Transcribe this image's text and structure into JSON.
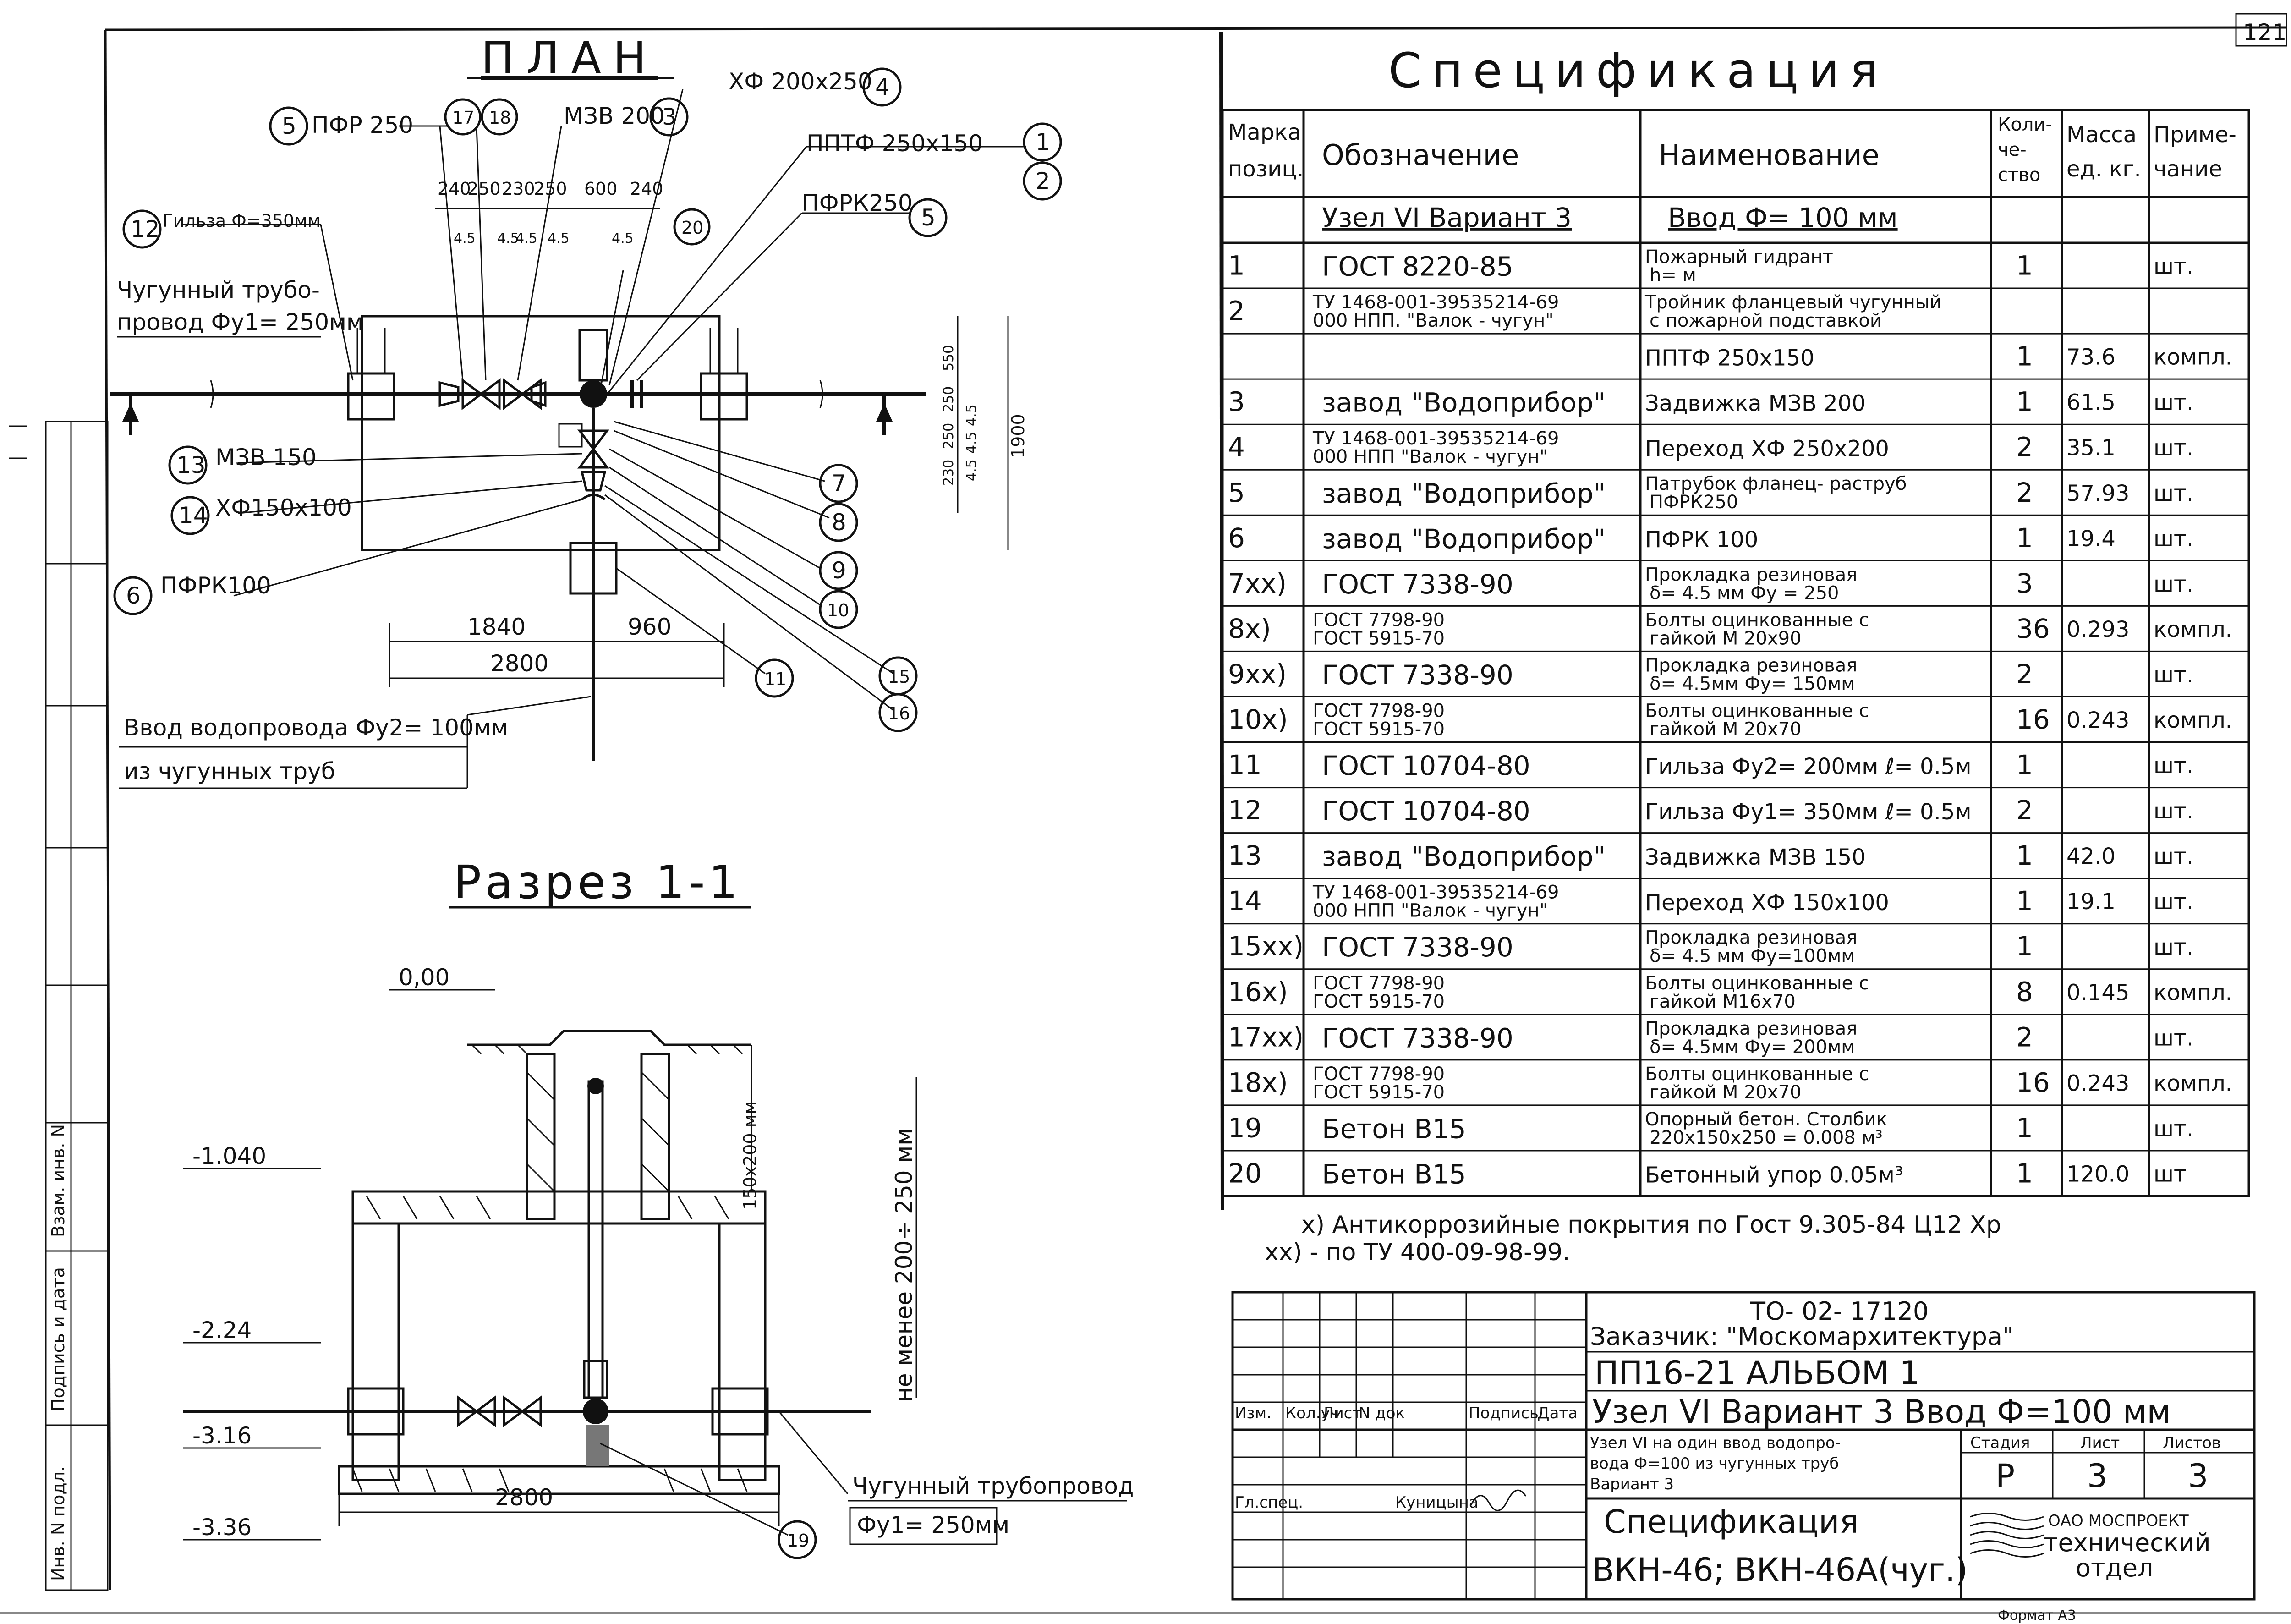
{
  "sheet_corner_number": "121",
  "spec": {
    "title": "Спецификация",
    "headers": {
      "mark": [
        "Марка",
        "позиц."
      ],
      "designation": "Обозначение",
      "name": "Наименование",
      "qty": [
        "Коли-",
        "че-",
        "ство"
      ],
      "mass": [
        "Масса",
        "ед. кг."
      ],
      "note": [
        "Приме-",
        "чание"
      ]
    },
    "group_row": {
      "designation": "Узел VI  Вариант 3",
      "name": "Ввод  Ф= 100 мм"
    },
    "rows": [
      {
        "mark": "1",
        "des": [
          "ГОСТ  8220-85"
        ],
        "name": [
          "Пожарный  гидрант",
          "h=     м"
        ],
        "qty": "1",
        "mass": "",
        "note": "шт."
      },
      {
        "mark": "2",
        "des": [
          "ТУ 1468-001-39535214-69",
          "000 НПП. \"Валок - чугун\""
        ],
        "name": [
          "Тройник фланцевый чугунный",
          "с пожарной подставкой"
        ],
        "qty": "",
        "mass": "",
        "note": ""
      },
      {
        "mark": "",
        "des": [
          ""
        ],
        "name": [
          "ППТФ 250х150"
        ],
        "qty": "1",
        "mass": "73.6",
        "note": "компл."
      },
      {
        "mark": "3",
        "des": [
          "завод \"Водоприбор\""
        ],
        "name": [
          "Задвижка  МЗВ 200"
        ],
        "qty": "1",
        "mass": "61.5",
        "note": "шт."
      },
      {
        "mark": "4",
        "des": [
          "ТУ 1468-001-39535214-69",
          "000 НПП \"Валок - чугун\""
        ],
        "name": [
          "Переход  ХФ 250х200"
        ],
        "qty": "2",
        "mass": "35.1",
        "note": "шт."
      },
      {
        "mark": "5",
        "des": [
          "завод \"Водоприбор\""
        ],
        "name": [
          "Патрубок фланец- раструб",
          "ПФРК250"
        ],
        "qty": "2",
        "mass": "57.93",
        "note": "шт."
      },
      {
        "mark": "6",
        "des": [
          "завод \"Водоприбор\""
        ],
        "name": [
          "ПФРК 100"
        ],
        "qty": "1",
        "mass": "19.4",
        "note": "шт."
      },
      {
        "mark": "7xx)",
        "des": [
          "ГОСТ  7338-90"
        ],
        "name": [
          "Прокладка  резиновая",
          "δ= 4.5 мм    Фу = 250"
        ],
        "qty": "3",
        "mass": "",
        "note": "шт."
      },
      {
        "mark": "8x)",
        "des": [
          "ГОСТ  7798-90",
          "ГОСТ  5915-70"
        ],
        "name": [
          "Болты оцинкованные  с",
          "гайкой     М 20х90"
        ],
        "qty": "36",
        "mass": "0.293",
        "note": "компл."
      },
      {
        "mark": "9xx)",
        "des": [
          "ГОСТ  7338-90"
        ],
        "name": [
          "Прокладка  резиновая",
          "δ= 4.5мм   Фу= 150мм"
        ],
        "qty": "2",
        "mass": "",
        "note": "шт."
      },
      {
        "mark": "10x)",
        "des": [
          "ГОСТ  7798-90",
          "ГОСТ  5915-70"
        ],
        "name": [
          "Болты  оцинкованные  с",
          "гайкой     М 20х70"
        ],
        "qty": "16",
        "mass": "0.243",
        "note": "компл."
      },
      {
        "mark": "11",
        "des": [
          "ГОСТ  10704-80"
        ],
        "name": [
          "Гильза Фу2= 200мм ℓ= 0.5м"
        ],
        "qty": "1",
        "mass": "",
        "note": "шт."
      },
      {
        "mark": "12",
        "des": [
          "ГОСТ  10704-80"
        ],
        "name": [
          "Гильза Фу1= 350мм ℓ= 0.5м"
        ],
        "qty": "2",
        "mass": "",
        "note": "шт."
      },
      {
        "mark": "13",
        "des": [
          "завод \"Водоприбор\""
        ],
        "name": [
          "Задвижка  МЗВ 150"
        ],
        "qty": "1",
        "mass": "42.0",
        "note": "шт."
      },
      {
        "mark": "14",
        "des": [
          "ТУ 1468-001-39535214-69",
          "000 НПП \"Валок - чугун\""
        ],
        "name": [
          "Переход ХФ 150х100"
        ],
        "qty": "1",
        "mass": "19.1",
        "note": "шт."
      },
      {
        "mark": "15xx)",
        "des": [
          "ГОСТ  7338-90"
        ],
        "name": [
          "Прокладка  резиновая",
          "δ= 4.5 мм   Фу=100мм"
        ],
        "qty": "1",
        "mass": "",
        "note": "шт."
      },
      {
        "mark": "16x)",
        "des": [
          "ГОСТ     7798-90",
          "ГОСТ     5915-70"
        ],
        "name": [
          "Болты оцинкованные с",
          "гайкой     М16х70"
        ],
        "qty": "8",
        "mass": "0.145",
        "note": "компл."
      },
      {
        "mark": "17xx)",
        "des": [
          "ГОСТ  7338-90"
        ],
        "name": [
          "Прокладка  резиновая",
          "δ= 4.5мм   Фу= 200мм"
        ],
        "qty": "2",
        "mass": "",
        "note": "шт."
      },
      {
        "mark": "18x)",
        "des": [
          "ГОСТ  7798-90",
          "ГОСТ  5915-70"
        ],
        "name": [
          "Болты оцинкованные с",
          "гайкой     М 20х70"
        ],
        "qty": "16",
        "mass": "0.243",
        "note": "компл."
      },
      {
        "mark": "19",
        "des": [
          "Бетон  В15"
        ],
        "name": [
          "Опорный бетон.  Столбик",
          "220х150х250  = 0.008 м³"
        ],
        "qty": "1",
        "mass": "",
        "note": "шт."
      },
      {
        "mark": "20",
        "des": [
          "Бетон  В15"
        ],
        "name": [
          "Бетонный упор  0.05м³"
        ],
        "qty": "1",
        "mass": "120.0",
        "note": "шт"
      }
    ],
    "footnotes": [
      "х) Антикоррозийные покрытия по Гост 9.305-84  Ц12  Хр",
      "хх) - по  ТУ 400-09-98-99."
    ]
  },
  "plan": {
    "title": "ПЛАН",
    "callouts": {
      "c5a": "5",
      "c5b": "5",
      "c17": "17",
      "c18": "18",
      "c3": "3",
      "c4": "4",
      "c1": "1",
      "c2": "2",
      "c12": "12",
      "c20": "20",
      "c13": "13",
      "c14": "14",
      "c6": "6",
      "c7": "7",
      "c8": "8",
      "c9": "9",
      "c10": "10",
      "c11": "11",
      "c15": "15",
      "c16": "16"
    },
    "labels": {
      "pfr250_left": "ПФР 250",
      "mzv200": "МЗВ 200",
      "hf200x250": "ХФ 200х250",
      "pptf": "ППТФ 250х150",
      "pfrk250_right": "ПФРК250",
      "gilza": "Гильза Ф=350мм",
      "pipe_main_1": "Чугунный трубо-",
      "pipe_main_2": "провод Фу1= 250мм",
      "mzv150": "МЗВ 150",
      "hf150x100": "ХФ150х100",
      "pfrk100": "ПФРК100",
      "inlet_1": "Ввод водопровода Фу2= 100мм",
      "inlet_2": "из чугунных труб"
    },
    "dims_top": [
      "240",
      "250",
      "230",
      "250",
      "600",
      "240"
    ],
    "dims_top_small": [
      "4.5",
      "4.5",
      "4.5",
      "4.5",
      "4.5"
    ],
    "dims_bottom_left": "1840",
    "dims_bottom_right": "960",
    "dims_total": "2800",
    "dim_vertical_total": "1900",
    "dim_vertical_small": [
      "550",
      "250",
      "250",
      "230",
      "4.5",
      "4.5",
      "4.5"
    ]
  },
  "section": {
    "title": "Разрез  1-1",
    "levels": [
      "0,00",
      "-1.040",
      "-2.24",
      "-3.16",
      "-3.36"
    ],
    "dim_width": "2800",
    "dim_vertical": "не менее  200÷ 250 мм",
    "dim_vertical_small": "150х200 мм",
    "callout19": "19",
    "pipe_1": "Чугунный трубопровод",
    "pipe_2": "Фу1= 250мм"
  },
  "side_stamp": {
    "labels": [
      "Взам. инв. N",
      "Подпись и дата",
      "Инв. N подл."
    ]
  },
  "title_block": {
    "code": "ТО- 02- 17120",
    "customer": "Заказчик: \"Москомархитектура\"",
    "album": "ПП16-21    АЛЬБОМ 1",
    "node": "Узел VI   Вариант 3   Ввод  Ф=100 мм",
    "desc_1": "Узел VI  на один ввод водопро-",
    "desc_2": "вода  Ф=100 из чугунных труб",
    "desc_3": "Вариант 3",
    "spec": "Спецификация",
    "wells": "ВКН-46;  ВКН-46А(чуг.)",
    "stage_h": "Стадия",
    "sheet_h": "Лист",
    "sheets_h": "Листов",
    "stage": "Р",
    "sheet": "3",
    "sheets": "3",
    "org_1": "ОАО МОСПРОЕКТ",
    "org_2": "технический",
    "org_3": "отдел",
    "rev_cols": [
      "Изм.",
      "Кол.уч",
      "Лист",
      "N док",
      "Подпись",
      "Дата"
    ],
    "role": "Гл.спец.",
    "person": "Куницына",
    "format": "Формат А3"
  }
}
